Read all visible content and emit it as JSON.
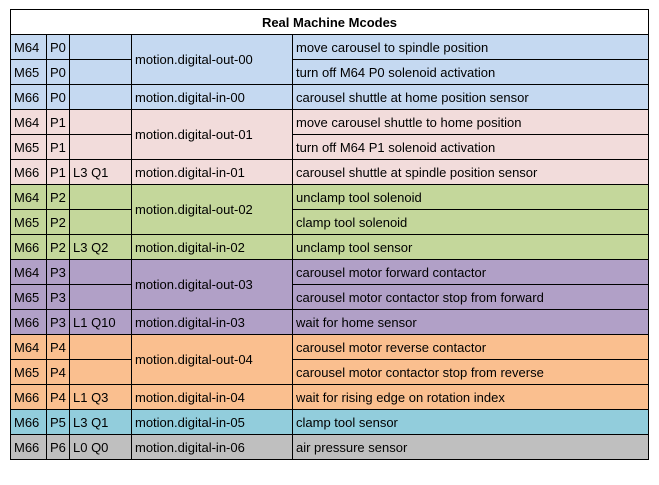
{
  "title": "Real Machine Mcodes",
  "colors": {
    "blue": "#c5d9f1",
    "pink": "#f2dcdb",
    "green": "#c4d79b",
    "purple": "#b1a0c7",
    "orange": "#fabf8f",
    "cyan": "#92cddc",
    "gray": "#bfbfbf"
  },
  "groups": [
    {
      "color": "blue",
      "rows": [
        {
          "mcode": "M64",
          "p": "P0",
          "lq": "",
          "signal": "motion.digital-out-00",
          "desc": "move carousel to spindle position"
        },
        {
          "mcode": "M65",
          "p": "P0",
          "lq": "",
          "signal": "",
          "desc": "turn off M64 P0 solenoid activation"
        },
        {
          "mcode": "M66",
          "p": "P0",
          "lq": "",
          "signal": "motion.digital-in-00",
          "desc": "carousel shuttle at home position sensor"
        }
      ]
    },
    {
      "color": "pink",
      "rows": [
        {
          "mcode": "M64",
          "p": "P1",
          "lq": "",
          "signal": "motion.digital-out-01",
          "desc": "move carousel shuttle to home position"
        },
        {
          "mcode": "M65",
          "p": "P1",
          "lq": "",
          "signal": "",
          "desc": "turn off M64 P1 solenoid activation"
        },
        {
          "mcode": "M66",
          "p": "P1",
          "lq": "L3 Q1",
          "signal": "motion.digital-in-01",
          "desc": "carousel shuttle at spindle position sensor"
        }
      ]
    },
    {
      "color": "green",
      "rows": [
        {
          "mcode": "M64",
          "p": "P2",
          "lq": "",
          "signal": "motion.digital-out-02",
          "desc": "unclamp tool solenoid"
        },
        {
          "mcode": "M65",
          "p": "P2",
          "lq": "",
          "signal": "",
          "desc": "clamp tool solenoid"
        },
        {
          "mcode": "M66",
          "p": "P2",
          "lq": "L3 Q2",
          "signal": "motion.digital-in-02",
          "desc": "unclamp tool sensor"
        }
      ]
    },
    {
      "color": "purple",
      "rows": [
        {
          "mcode": "M64",
          "p": "P3",
          "lq": "",
          "signal": "motion.digital-out-03",
          "desc": "carousel motor forward contactor"
        },
        {
          "mcode": "M65",
          "p": "P3",
          "lq": "",
          "signal": "",
          "desc": "carousel motor contactor stop from forward"
        },
        {
          "mcode": "M66",
          "p": "P3",
          "lq": "L1 Q10",
          "signal": "motion.digital-in-03",
          "desc": "wait for home sensor"
        }
      ]
    },
    {
      "color": "orange",
      "rows": [
        {
          "mcode": "M64",
          "p": "P4",
          "lq": "",
          "signal": "motion.digital-out-04",
          "desc": "carousel motor reverse contactor"
        },
        {
          "mcode": "M65",
          "p": "P4",
          "lq": "",
          "signal": "",
          "desc": "carousel motor contactor stop from reverse"
        },
        {
          "mcode": "M66",
          "p": "P4",
          "lq": "L1 Q3",
          "signal": "motion.digital-in-04",
          "desc": "wait for rising edge on rotation index"
        }
      ]
    },
    {
      "color": "cyan",
      "rows": [
        {
          "mcode": "M66",
          "p": "P5",
          "lq": "L3 Q1",
          "signal": "motion.digital-in-05",
          "desc": "clamp tool sensor"
        }
      ]
    },
    {
      "color": "gray",
      "rows": [
        {
          "mcode": "M66",
          "p": "P6",
          "lq": "L0 Q0",
          "signal": "motion.digital-in-06",
          "desc": "air pressure sensor"
        }
      ]
    }
  ]
}
